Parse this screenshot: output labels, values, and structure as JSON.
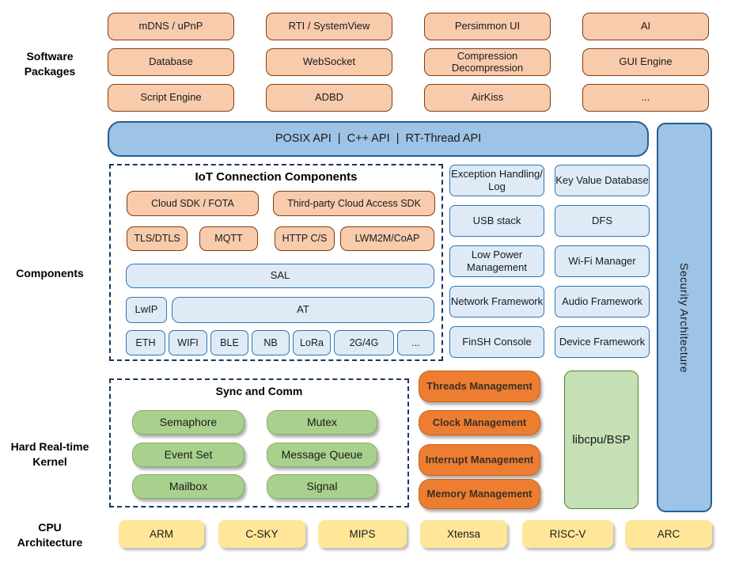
{
  "palette": {
    "peach_fill": "#F8CBAD",
    "peach_border": "#843C0C",
    "blue_bar_fill": "#9DC3E6",
    "blue_bar_border": "#255E91",
    "light_blue_fill": "#DEEBF7",
    "light_blue_border": "#2E75B6",
    "green_fill": "#A9D18E",
    "libcpu_fill": "#C5E0B4",
    "libcpu_border": "#538135",
    "dark_orange_fill": "#ED7D31",
    "yellow_fill": "#FFE699",
    "dash_border": "#17375E"
  },
  "sections": {
    "software": "Software Packages",
    "components": "Components",
    "kernel": "Hard Real-time Kernel",
    "cpu": "CPU Architecture"
  },
  "software": {
    "items": [
      "mDNS / uPnP",
      "RTI / SystemView",
      "Persimmon UI",
      "AI",
      "Database",
      "WebSocket",
      "Compression Decompression",
      "GUI Engine",
      "Script Engine",
      "ADBD",
      "AirKiss",
      "..."
    ]
  },
  "api_bar": "POSIX API  |  C++ API  |  RT-Thread API",
  "iot": {
    "title": "IoT Connection Components",
    "sdk": [
      "Cloud SDK / FOTA",
      "Third-party Cloud Access SDK"
    ],
    "protocols": [
      "TLS/DTLS",
      "MQTT",
      "HTTP C/S",
      "LWM2M/CoAP"
    ],
    "sal": "SAL",
    "lwip": "LwIP",
    "at": "AT",
    "links": [
      "ETH",
      "WIFI",
      "BLE",
      "NB",
      "LoRa",
      "2G/4G",
      "..."
    ]
  },
  "modules": [
    "Exception Handling/ Log",
    "Key Value Database",
    "USB stack",
    "DFS",
    "Low Power Management",
    "Wi-Fi Manager",
    "Network Framework",
    "Audio Framework",
    "FinSH Console",
    "Device Framework"
  ],
  "security": "Security Architecture",
  "sync": {
    "title": "Sync and Comm",
    "items": [
      "Semaphore",
      "Mutex",
      "Event Set",
      "Message Queue",
      "Mailbox",
      "Signal"
    ]
  },
  "management": [
    "Threads Management",
    "Clock Management",
    "Interrupt Management",
    "Memory Management"
  ],
  "libcpu": "libcpu/BSP",
  "cpu": {
    "items": [
      "ARM",
      "C-SKY",
      "MIPS",
      "Xtensa",
      "RISC-V",
      "ARC"
    ]
  }
}
